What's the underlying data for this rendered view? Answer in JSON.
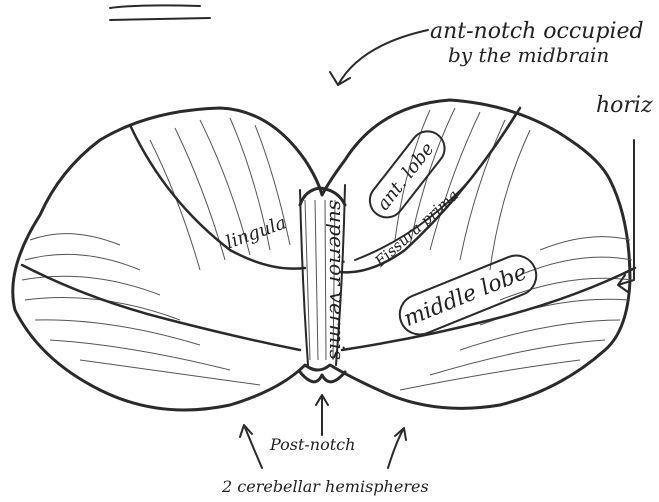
{
  "labels": {
    "ant_notch_line1": "ant-notch occupied",
    "ant_notch_line2": "by the midbrain",
    "horizontal_cut": "horiz",
    "ant_lobe": "ant. lobe",
    "fissura_prima": "Fissura prima",
    "lingula": "lingula",
    "superior_vermis": "superior vermis",
    "middle_lobe": "middle lobe",
    "post_notch": "Post-notch",
    "hemispheres": "2 cerebellar hemispheres"
  }
}
